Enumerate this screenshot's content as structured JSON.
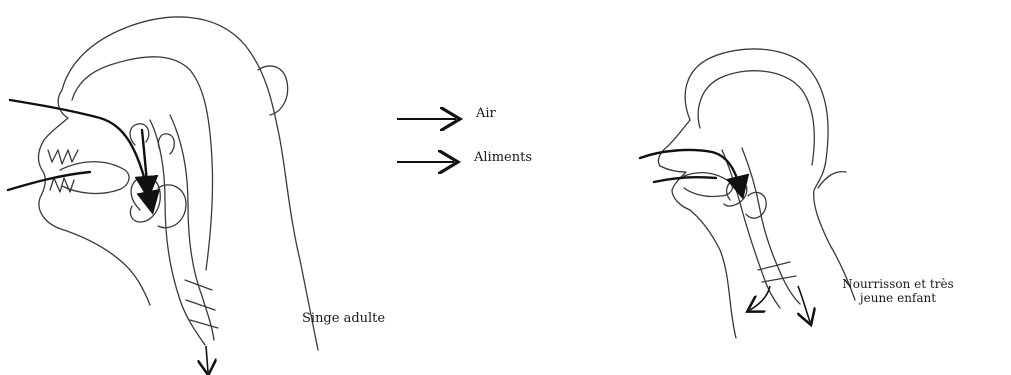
{
  "legend": {
    "air_label": "Air",
    "food_label": "Aliments"
  },
  "captions": {
    "adult_monkey": "Singe adulte",
    "infant_line1": "Nourrisson et très",
    "infant_line2": "jeune enfant"
  },
  "colors": {
    "line": "#3a3a3a",
    "arrow": "#111111",
    "background": "#ffffff"
  }
}
